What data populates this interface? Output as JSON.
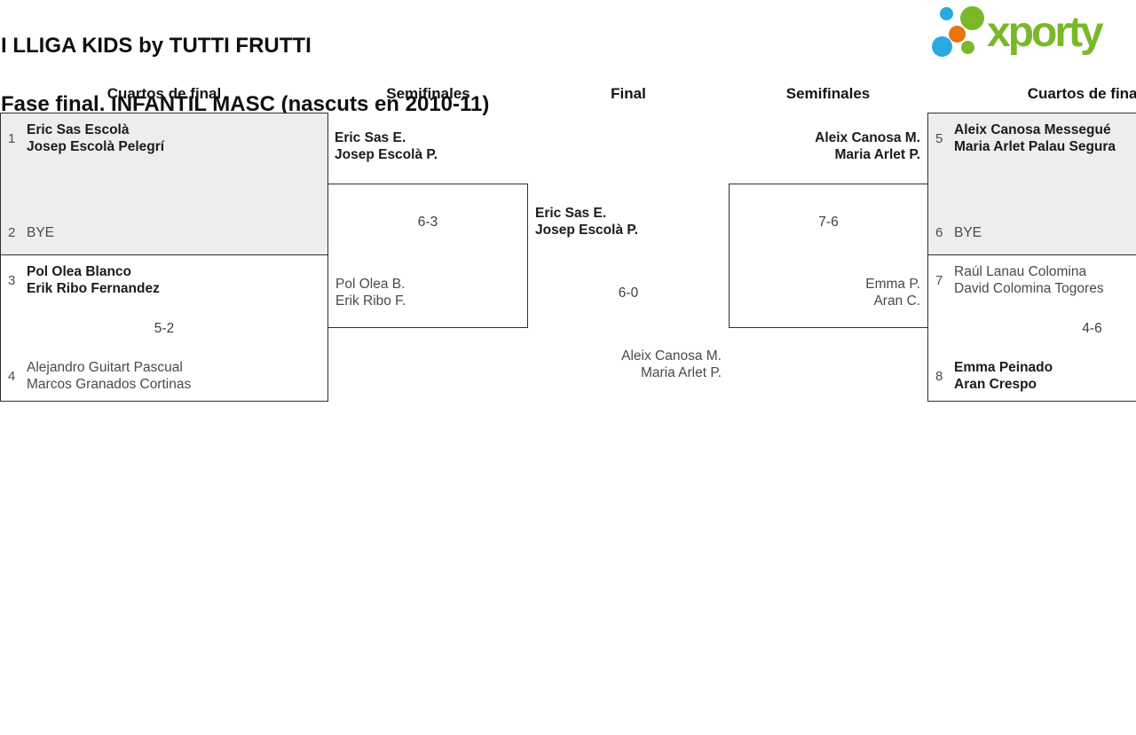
{
  "title": {
    "line1": "I LLIGA KIDS by TUTTI FRUTTI",
    "line2": "Fase final. INFANTIL MASC (nascuts en 2010-11)"
  },
  "logo": {
    "wordmark": "xporty",
    "colors": {
      "green": "#79b829",
      "blue": "#29a9e0",
      "orange": "#e87511"
    }
  },
  "round_headers": {
    "qf_left": "Cuartos de final",
    "sf_left": "Semifinales",
    "final": "Final",
    "sf_right": "Semifinales",
    "qf_right": "Cuartos de final"
  },
  "matches": {
    "qf1": {
      "seed_top": "1",
      "top1": "Eric Sas Escolà",
      "top2": "Josep Escolà Pelegrí",
      "seed_bottom": "2",
      "bottom1": "BYE"
    },
    "qf2": {
      "seed_top": "3",
      "top1": "Pol Olea Blanco",
      "top2": "Erik Ribo Fernandez",
      "score": "5-2",
      "seed_bottom": "4",
      "bottom1": "Alejandro Guitart Pascual",
      "bottom2": "Marcos Granados Cortinas"
    },
    "sf1": {
      "winner1": "Eric Sas E.",
      "winner2": "Josep Escolà P.",
      "score": "6-3",
      "loser1": "Pol Olea B.",
      "loser2": "Erik Ribo F."
    },
    "final": {
      "winner1": "Eric Sas E.",
      "winner2": "Josep Escolà P.",
      "score": "6-0",
      "loser1": "Aleix Canosa M.",
      "loser2": "Maria Arlet P."
    },
    "sf2": {
      "winner1": "Aleix Canosa M.",
      "winner2": "Maria Arlet P.",
      "score": "7-6",
      "loser1": "Emma P.",
      "loser2": "Aran C."
    },
    "qf3": {
      "seed_top": "5",
      "top1": "Aleix Canosa Messegué",
      "top2": "Maria Arlet Palau Segura",
      "seed_bottom": "6",
      "bottom1": "BYE"
    },
    "qf4": {
      "seed_top": "7",
      "top1": "Raúl Lanau Colomina",
      "top2": "David Colomina Togores",
      "score": "4-6",
      "seed_bottom": "8",
      "bottom1": "Emma Peinado",
      "bottom2": "Aran Crespo"
    }
  }
}
